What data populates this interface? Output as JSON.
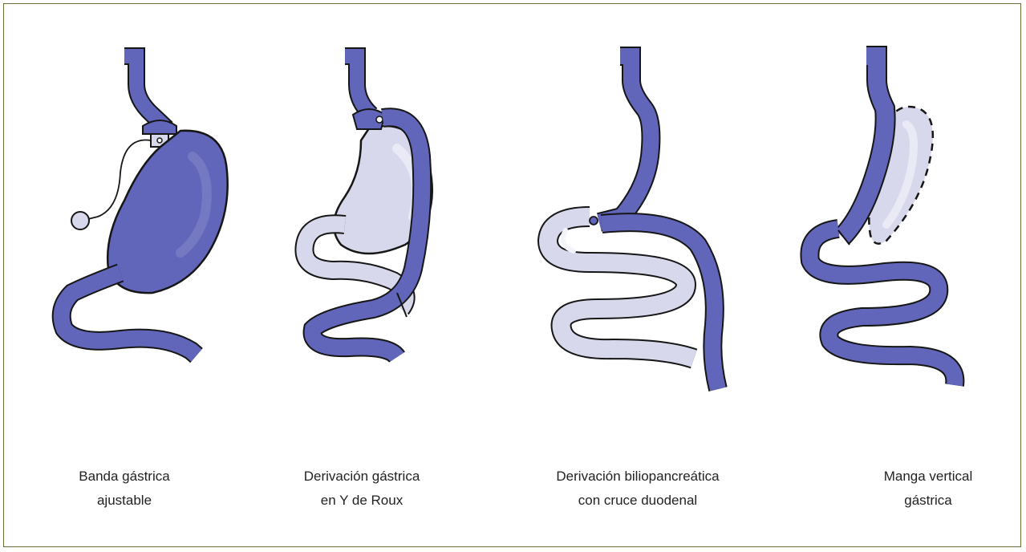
{
  "colors": {
    "dark": "#6266ba",
    "light": "#d7d8ec",
    "outline": "#161616",
    "frame": "#6b6b3a"
  },
  "procedures": [
    {
      "icon": "adjustable-gastric-band-illustration",
      "line1": "Banda gástrica",
      "line2": "ajustable"
    },
    {
      "icon": "roux-en-y-gastric-bypass-illustration",
      "line1": "Derivación gástrica",
      "line2": "en Y de Roux"
    },
    {
      "icon": "biliopancreatic-diversion-duodenal-switch-illustration",
      "line1": "Derivación biliopancreática",
      "line2": "con cruce duodenal"
    },
    {
      "icon": "vertical-sleeve-gastrectomy-illustration",
      "line1": "Manga vertical",
      "line2": "gástrica"
    }
  ]
}
